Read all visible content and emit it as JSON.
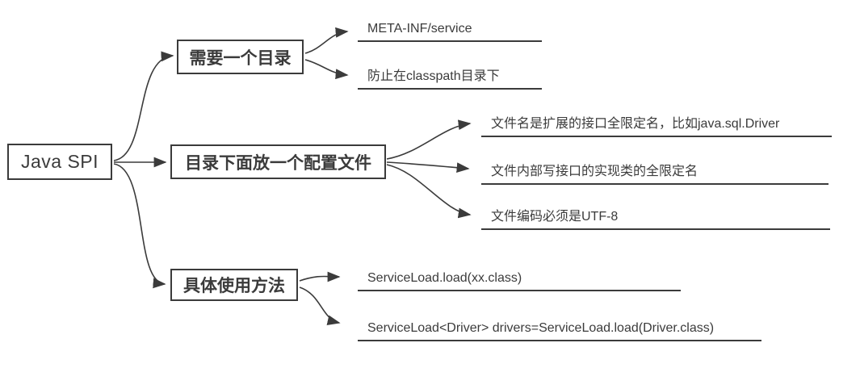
{
  "diagram": {
    "type": "mindmap",
    "stroke_color": "#3b3b3b",
    "background_color": "#ffffff"
  },
  "root": {
    "label": "Java SPI"
  },
  "branches": [
    {
      "label": "需要一个目录",
      "children": [
        {
          "label": "META-INF/service"
        },
        {
          "label": "防止在classpath目录下"
        }
      ]
    },
    {
      "label": "目录下面放一个配置文件",
      "children": [
        {
          "label": "文件名是扩展的接口全限定名，比如java.sql.Driver"
        },
        {
          "label": "文件内部写接口的实现类的全限定名"
        },
        {
          "label": "文件编码必须是UTF-8"
        }
      ]
    },
    {
      "label": "具体使用方法",
      "children": [
        {
          "label": "ServiceLoad.load(xx.class)"
        },
        {
          "label": "ServiceLoad<Driver> drivers=ServiceLoad.load(Driver.class)"
        }
      ]
    }
  ]
}
